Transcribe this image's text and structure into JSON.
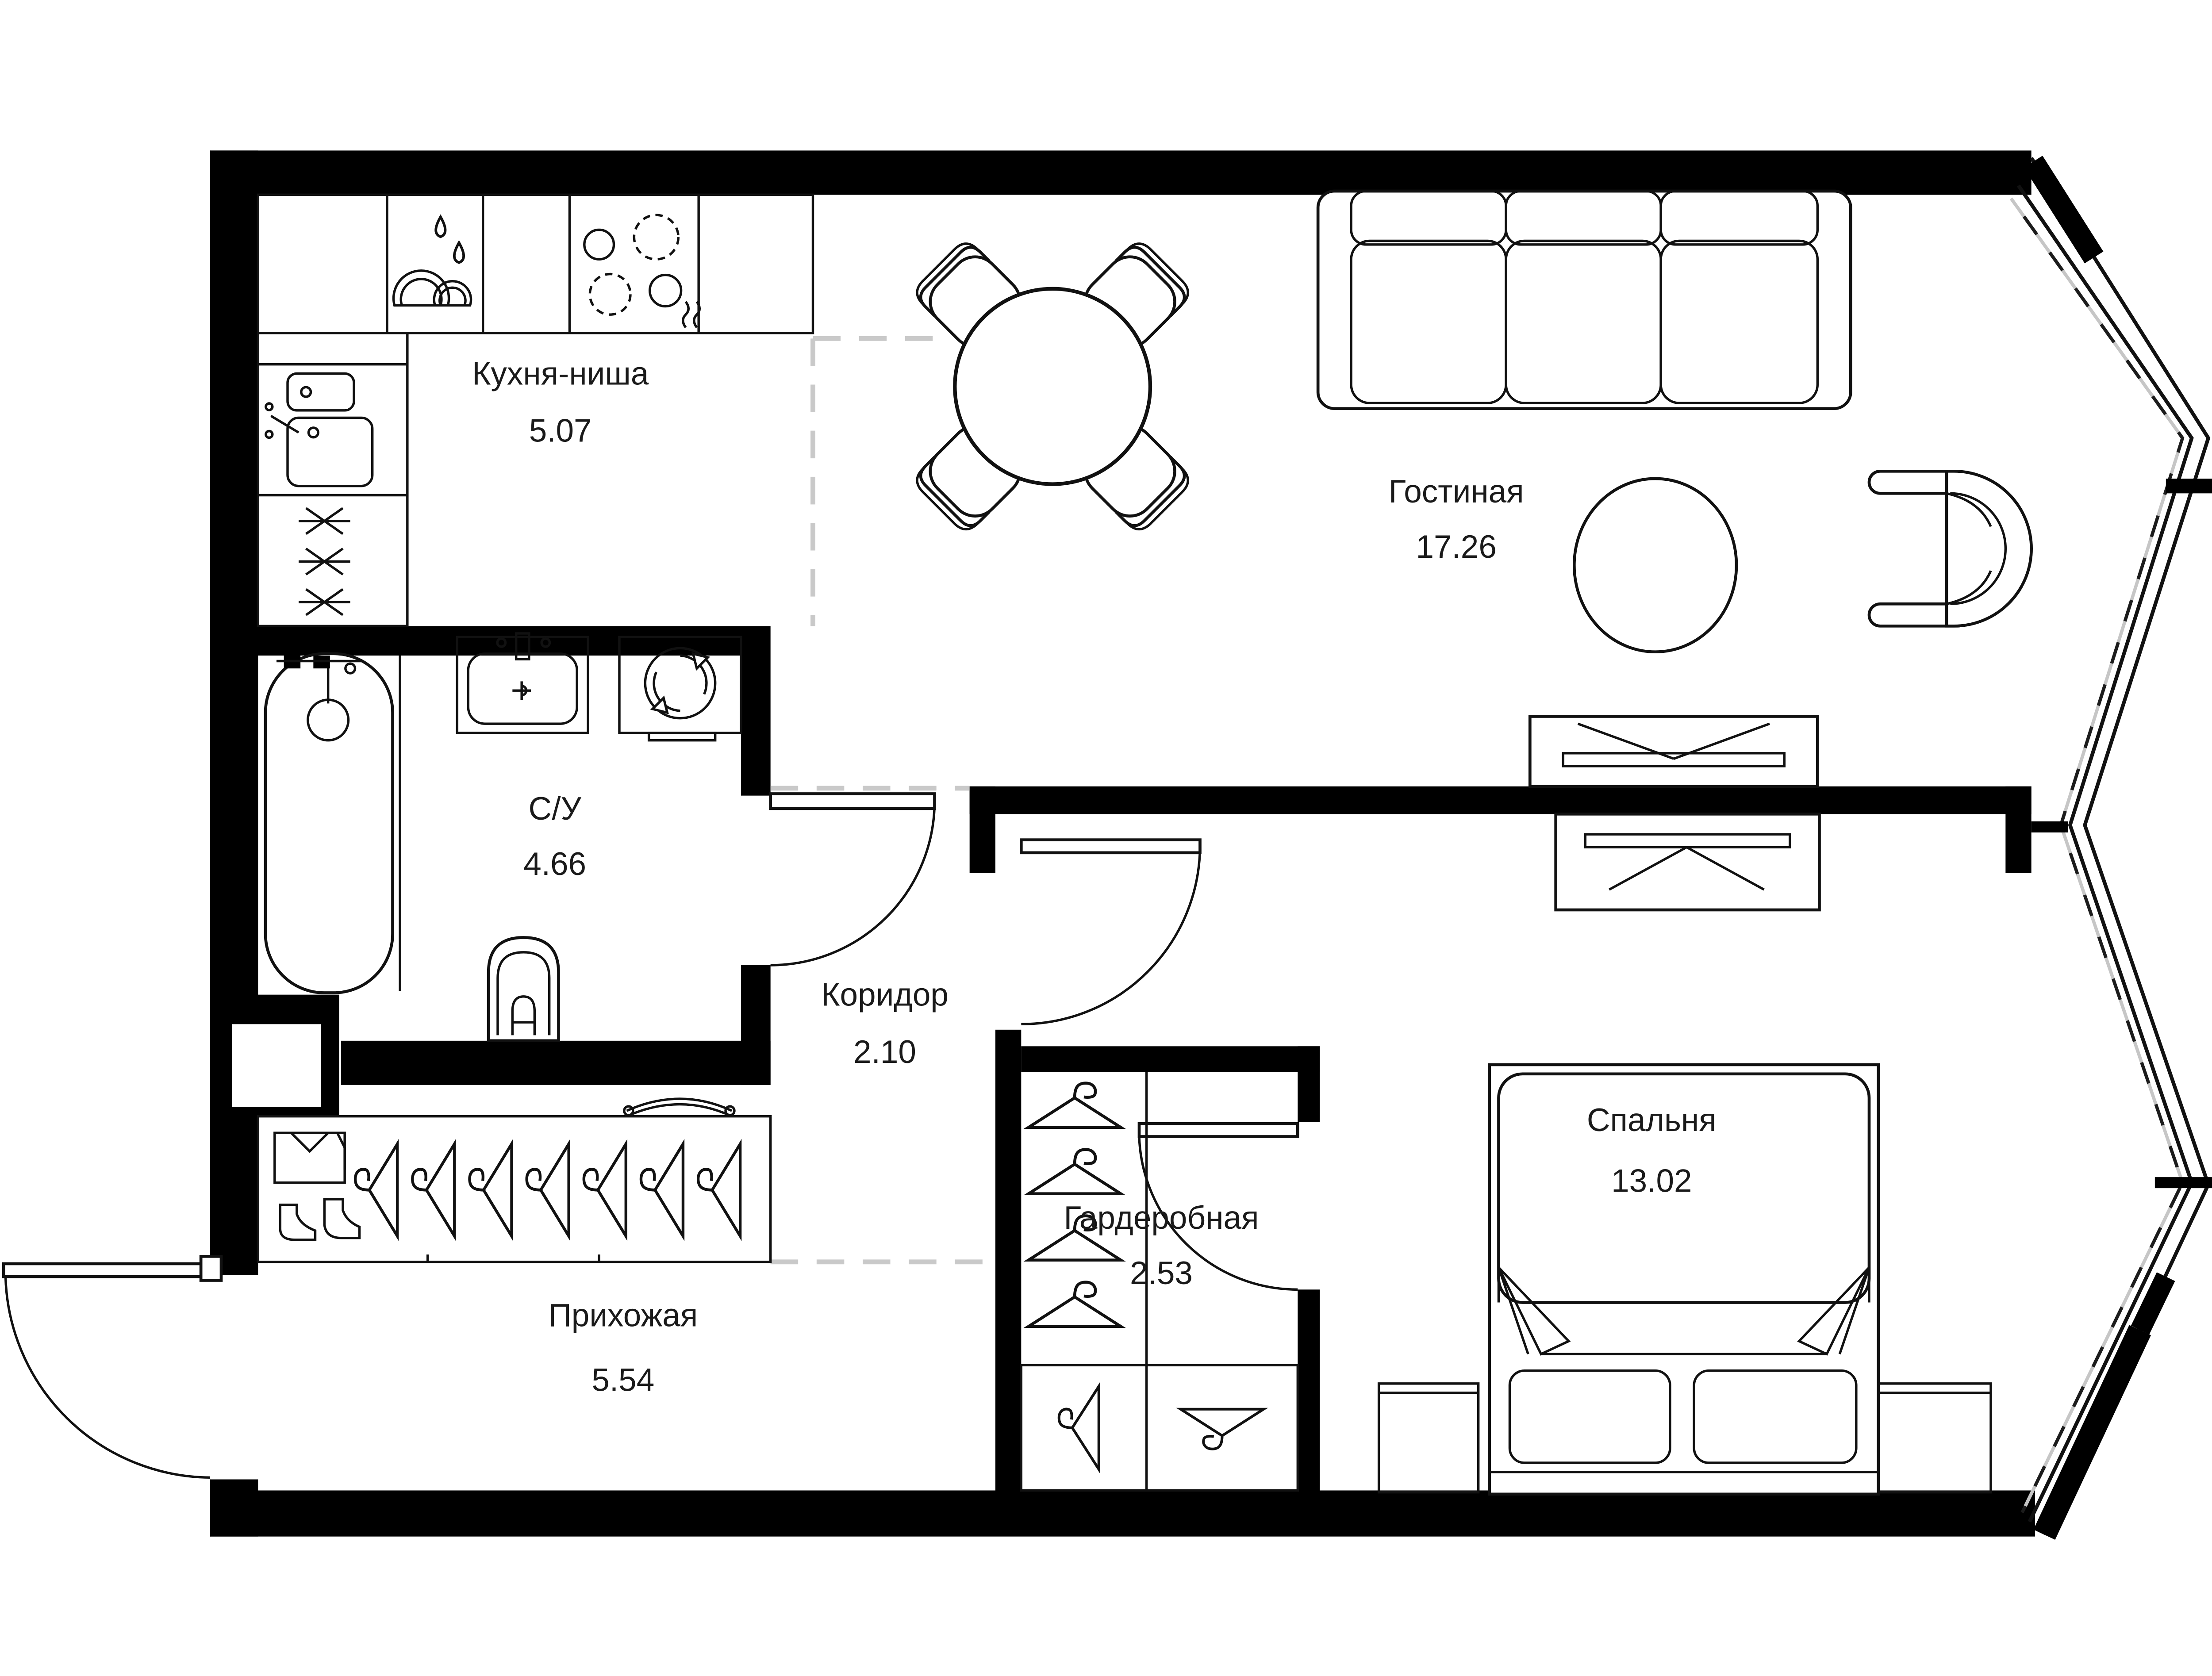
{
  "floor_plan": {
    "type": "apartment-floor-plan",
    "rooms": [
      {
        "key": "kitchen",
        "name": "Кухня-ниша",
        "area": "5.07"
      },
      {
        "key": "living_room",
        "name": "Гостиная",
        "area": "17.26"
      },
      {
        "key": "bathroom",
        "name": "С/У",
        "area": "4.66"
      },
      {
        "key": "corridor",
        "name": "Коридор",
        "area": "2.10"
      },
      {
        "key": "wardrobe",
        "name": "Гардеробная",
        "area": "2.53"
      },
      {
        "key": "bedroom",
        "name": "Спальня",
        "area": "13.02"
      },
      {
        "key": "hallway",
        "name": "Прихожая",
        "area": "5.54"
      }
    ],
    "colors": {
      "walls": "#000000",
      "lines": "#111111",
      "background": "#ffffff",
      "zone_dashed": "#c9c9c9",
      "glazing_dash_light": "#c6c6c6"
    },
    "icons": [
      "bathtub-icon",
      "washbasin-icon",
      "washing-machine-icon",
      "toilet-icon",
      "kitchen-sink-icon",
      "fridge-icon",
      "stove-icon",
      "dish-dryer-icon",
      "dining-table-icon",
      "dining-chair-icon",
      "sofa-icon",
      "coffee-table-icon",
      "armchair-icon",
      "tv-unit-icon",
      "bed-icon",
      "nightstand-icon",
      "hanger-icon",
      "bench-icon",
      "boots-icon",
      "folded-clothes-icon",
      "entrance-door",
      "interior-door",
      "bay-window"
    ],
    "counts": {
      "hallway_wardrobe_hangers": 7,
      "wardrobe_room_hangers": 4,
      "dining_chairs": 4,
      "stove_burners": 4
    }
  }
}
